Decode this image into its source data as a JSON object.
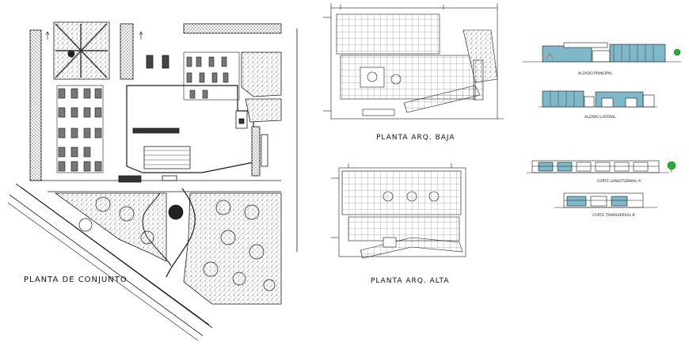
{
  "sheet": {
    "labels": {
      "site_plan": "PLANTA DE CONJUNTO",
      "ground_floor": "PLANTA ARQ. BAJA",
      "upper_floor": "PLANTA ARQ. ALTA",
      "main_elevation": "ALZADO PRINCIPAL",
      "side_elevation": "ALZADO LATERAL",
      "longitudinal_section": "CORTE LONGITUDINAL A'",
      "transverse_section": "CORTE TRANSVERSAL B'"
    },
    "colors": {
      "line": "#1a1a1a",
      "glass": "#7fb8c8",
      "tree": "#2fa83a",
      "accent_red": "#c0392b"
    }
  }
}
